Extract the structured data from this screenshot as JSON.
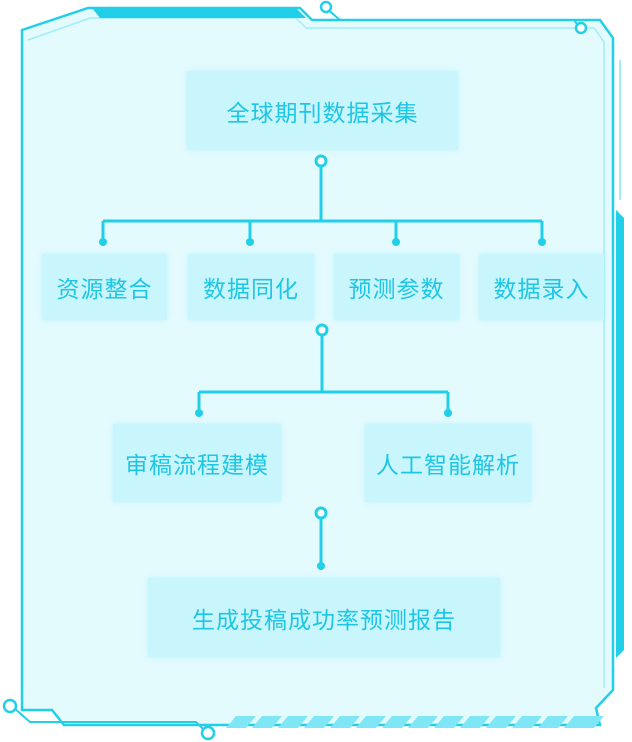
{
  "diagram": {
    "root": "全球期刊数据采集",
    "level1": [
      "资源整合",
      "数据同化",
      "预测参数",
      "数据录入"
    ],
    "level2": [
      "审稿流程建模",
      "人工智能解析"
    ],
    "result": "生成投稿成功率预测报告"
  },
  "colors": {
    "accent": "#1ec6e6",
    "line": "#22cfe8",
    "panel_fill": "#e4fbfe",
    "node_fill": "#c9f6fc"
  }
}
